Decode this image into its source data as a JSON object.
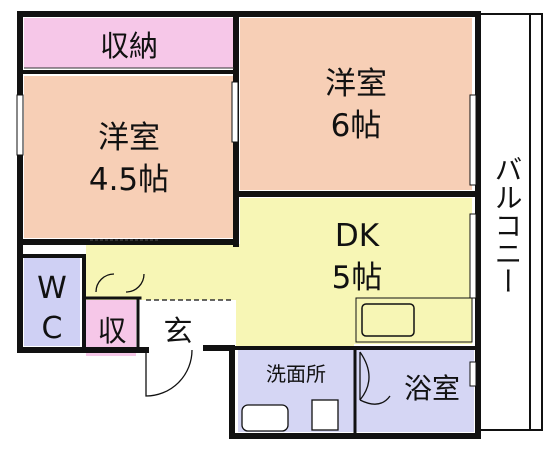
{
  "colors": {
    "wall": "#111111",
    "storage": "#f6c7e8",
    "western_room": "#f7cfb6",
    "dk": "#f7f6b5",
    "wc": "#cfd0f4",
    "wash": "#d5d6f4",
    "entrance": "#ffffff",
    "balcony": "#ffffff"
  },
  "rooms": {
    "closet_top": "収納",
    "room_a_name": "洋室",
    "room_a_size": "4.5帖",
    "room_b_name": "洋室",
    "room_b_size": "6帖",
    "dk_name": "DK",
    "dk_size": "5帖",
    "wc_line1": "W",
    "wc_line2": "C",
    "closet_small": "収",
    "entrance": "玄",
    "washroom": "洗面所",
    "bathroom": "浴室",
    "balcony": "バルコニー"
  }
}
